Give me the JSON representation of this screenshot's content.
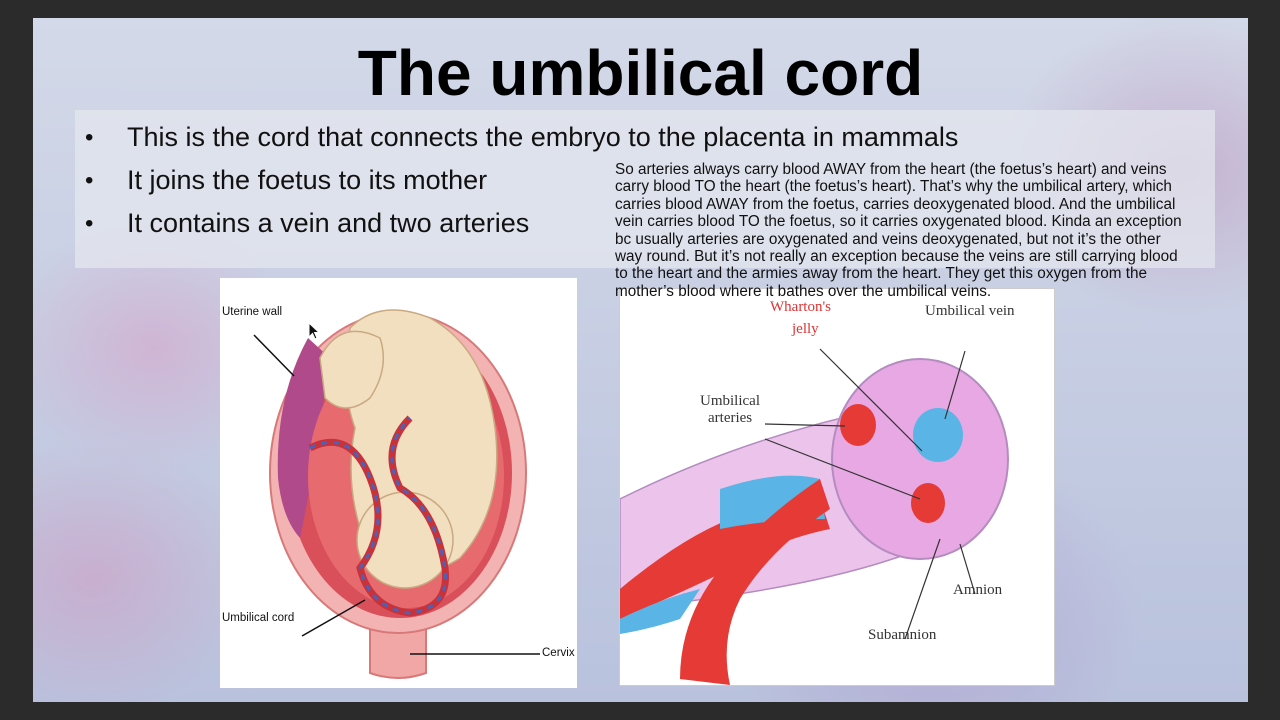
{
  "slide": {
    "title": "The umbilical cord",
    "bullets": [
      "This is the cord that connects the embryo to the placenta in mammals",
      "It joins the foetus to its mother",
      "It contains a vein and two arteries"
    ],
    "bullet_glyph": "•",
    "note": "So arteries always carry blood AWAY from the heart (the foetus’s heart) and veins carry blood TO the heart (the foetus’s heart). That’s why the umbilical artery, which carries blood AWAY from the foetus, carries deoxygenated blood. And the umbilical vein carries blood TO the foetus, so it carries oxygenated blood. Kinda an exception bc usually arteries are oxygenated and veins deoxygenated, but not it’s the other way round. But it’s not really an exception because the veins are still carrying blood to the heart and the armies away from the heart. They get this oxygen from the mother’s blood where it bathes over the umbilical veins."
  },
  "figure1": {
    "labels": {
      "uterine_wall": "Uterine wall",
      "umbilical_cord": "Umbilical cord",
      "cervix": "Cervix"
    }
  },
  "figure2": {
    "labels": {
      "jelly_top": "Wharton's",
      "jelly": "jelly",
      "umbilical_vein": "Umbilical vein",
      "umbilical_arteries_1": "Umbilical",
      "umbilical_arteries_2": "arteries",
      "amnion": "Amnion",
      "subamnion": "Subamnion"
    }
  },
  "colors": {
    "artery": "#e53a35",
    "vein": "#5ab4e6",
    "cord_tissue": "#e9b6e2",
    "uterus": "#e88f8f"
  },
  "icons": {
    "cursor": "mouse-pointer-icon"
  }
}
